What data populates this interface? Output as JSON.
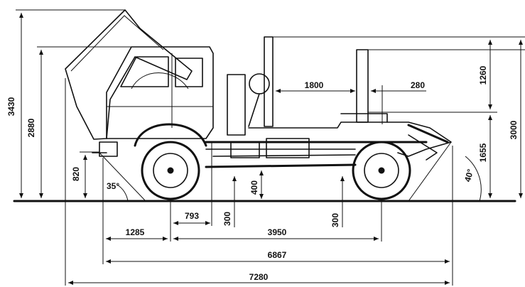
{
  "diagram": {
    "dimensions": {
      "overall_height": "3430",
      "cab_height": "2880",
      "front_overhang_height": "820",
      "approach_angle": "35°",
      "departure_angle": "40°",
      "stanchion_length": "1800",
      "stanchion_spacing": "280",
      "stanchion_height": "1260",
      "total_height_rear": "3000",
      "frame_height_rear": "1655",
      "ground_clearance_front": "300",
      "ground_clearance_rear": "300",
      "frame_clearance": "400",
      "front_axle_offset": "793",
      "front_overhang": "1285",
      "wheelbase": "3950",
      "length_body": "6867",
      "overall_length": "7280"
    }
  }
}
